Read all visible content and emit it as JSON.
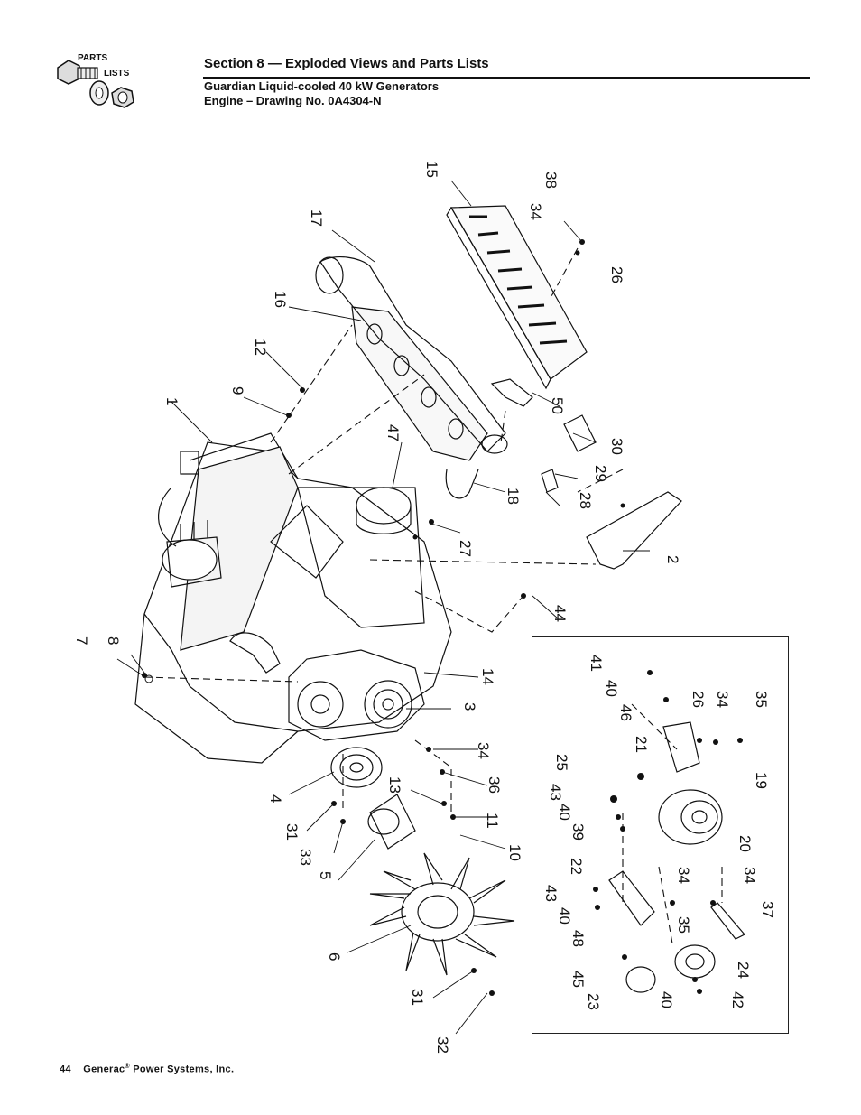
{
  "logo": {
    "line1": "PARTS",
    "line2": "LISTS"
  },
  "header": {
    "section_title": "Section 8 — Exploded Views and Parts Lists",
    "subtitle_line1": "Guardian Liquid-cooled 40 kW Generators",
    "subtitle_line2": "Engine – Drawing No. 0A4304-N"
  },
  "footer": {
    "page_number": "44",
    "company": "Generac",
    "company_suffix": "Power Systems, Inc.",
    "registered_mark": "®"
  },
  "callouts": {
    "c1": "1",
    "c2": "2",
    "c3": "3",
    "c4": "4",
    "c5": "5",
    "c6": "6",
    "c7": "7",
    "c8": "8",
    "c9": "9",
    "c10": "10",
    "c11": "11",
    "c12": "12",
    "c13": "13",
    "c14": "14",
    "c15": "15",
    "c16": "16",
    "c17": "17",
    "c18": "18",
    "c27": "27",
    "c28": "28",
    "c29": "29",
    "c30": "30",
    "c31a": "31",
    "c31b": "31",
    "c32": "32",
    "c33": "33",
    "c34a": "34",
    "c34b": "34",
    "c36": "36",
    "c38": "38",
    "c26a": "26",
    "c44": "44",
    "c47": "47",
    "c50": "50"
  },
  "inset_callouts": {
    "i41": "41",
    "i40a": "40",
    "i46": "46",
    "i26": "26",
    "i34a": "34",
    "i35a": "35",
    "i21": "21",
    "i25": "25",
    "i19": "19",
    "i43a": "43",
    "i40b": "40",
    "i39": "39",
    "i20": "20",
    "i22": "22",
    "i43b": "43",
    "i40c": "40",
    "i48": "48",
    "i34b": "34",
    "i35b": "35",
    "i34c": "34",
    "i37": "37",
    "i45": "45",
    "i24": "24",
    "i23": "23",
    "i40d": "40",
    "i42": "42"
  }
}
